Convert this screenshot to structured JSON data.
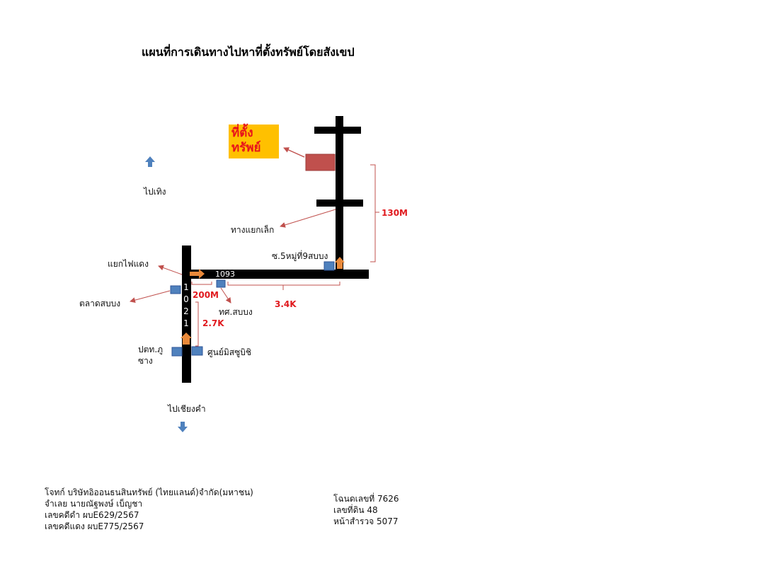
{
  "title": "แผนที่การเดินทางไปหาที่ตั้งทรัพย์โดยสังเขป",
  "site_label": [
    "ที่ตั้ง",
    "ทรัพย์"
  ],
  "labels": {
    "to_theng": "ไปเทิง",
    "to_chiang_kham": "ไปเชียงคำ",
    "traffic_light": "แยกไฟแดง",
    "market": "ตลาดสบบง",
    "municipality": "ทศ.สบบง",
    "small_junction": "ทางแยกเล็ก",
    "soi": "ซ.5หมู่ที่9สบบง",
    "ptt_station": "ปตท.ภูซาง",
    "mitsubishi_center": "ศูนย์มิสซูบิชิ",
    "road_1093": "1093",
    "road_1021": [
      "1",
      "0",
      "2",
      "1"
    ]
  },
  "distances": {
    "d_200m": "200M",
    "d_2_7k": "2.7K",
    "d_3_4k": "3.4K",
    "d_130m": "130M"
  },
  "footer_left": [
    "โจทก์ บริษัทอิออนธนสินทรัพย์ (ไทยแลนด์)จำกัด(มหาชน)",
    "จำเลย นายณัฐพงษ์ เบ็ญชา",
    "เลขคดีดำ ผบE629/2567",
    "เลขคดีแดง ผบE775/2567"
  ],
  "footer_right": [
    "โฉนดเลขที่ 7626",
    "เลขที่ดิน  48",
    "หน้าสำรวจ 5077"
  ],
  "colors": {
    "road": "#000000",
    "site_box": "#ffc000",
    "site_text": "#e8141b",
    "parcel": "#c0504d",
    "marker": "#4f81bd",
    "arrow_orange": "#e9893a",
    "pointer": "#c0504d",
    "distance_text": "#e0191e",
    "north_arrow": "#4f81bd"
  }
}
